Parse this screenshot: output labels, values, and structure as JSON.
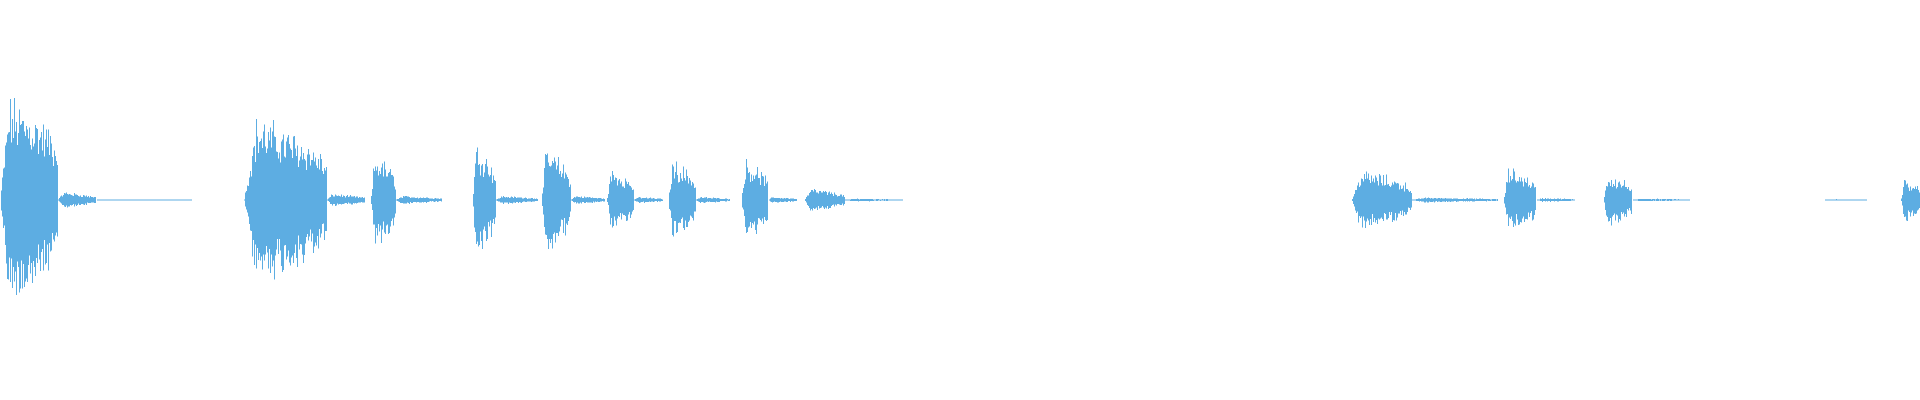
{
  "waveform": {
    "color": "#5dade2",
    "background": "#ffffff",
    "amplitude_envelope": [
      {
        "start": 0.0,
        "end": 0.03,
        "amp": 0.92,
        "decay": 0.35
      },
      {
        "start": 0.03,
        "end": 0.05,
        "amp": 0.08,
        "decay": 0.8
      },
      {
        "start": 0.05,
        "end": 0.1,
        "amp": 0.006,
        "decay": 1.0
      },
      {
        "start": 0.127,
        "end": 0.17,
        "amp": 0.75,
        "decay": 0.45
      },
      {
        "start": 0.17,
        "end": 0.19,
        "amp": 0.06,
        "decay": 0.8
      },
      {
        "start": 0.193,
        "end": 0.206,
        "amp": 0.42,
        "decay": 0.5
      },
      {
        "start": 0.206,
        "end": 0.23,
        "amp": 0.04,
        "decay": 0.8
      },
      {
        "start": 0.246,
        "end": 0.258,
        "amp": 0.52,
        "decay": 0.5
      },
      {
        "start": 0.258,
        "end": 0.28,
        "amp": 0.04,
        "decay": 0.8
      },
      {
        "start": 0.282,
        "end": 0.297,
        "amp": 0.47,
        "decay": 0.5
      },
      {
        "start": 0.297,
        "end": 0.315,
        "amp": 0.04,
        "decay": 0.8
      },
      {
        "start": 0.316,
        "end": 0.33,
        "amp": 0.29,
        "decay": 0.5
      },
      {
        "start": 0.33,
        "end": 0.345,
        "amp": 0.03,
        "decay": 0.8
      },
      {
        "start": 0.348,
        "end": 0.362,
        "amp": 0.37,
        "decay": 0.5
      },
      {
        "start": 0.362,
        "end": 0.38,
        "amp": 0.03,
        "decay": 0.8
      },
      {
        "start": 0.386,
        "end": 0.4,
        "amp": 0.37,
        "decay": 0.5
      },
      {
        "start": 0.4,
        "end": 0.415,
        "amp": 0.03,
        "decay": 0.8
      },
      {
        "start": 0.419,
        "end": 0.44,
        "amp": 0.11,
        "decay": 0.7
      },
      {
        "start": 0.44,
        "end": 0.47,
        "amp": 0.015,
        "decay": 1.0
      },
      {
        "start": 0.704,
        "end": 0.735,
        "amp": 0.27,
        "decay": 0.5
      },
      {
        "start": 0.735,
        "end": 0.78,
        "amp": 0.025,
        "decay": 0.9
      },
      {
        "start": 0.783,
        "end": 0.8,
        "amp": 0.3,
        "decay": 0.5
      },
      {
        "start": 0.8,
        "end": 0.82,
        "amp": 0.02,
        "decay": 0.8
      },
      {
        "start": 0.835,
        "end": 0.85,
        "amp": 0.24,
        "decay": 0.5
      },
      {
        "start": 0.85,
        "end": 0.88,
        "amp": 0.015,
        "decay": 0.9
      },
      {
        "start": 0.95,
        "end": 0.972,
        "amp": 0.008,
        "decay": 1.0
      },
      {
        "start": 0.99,
        "end": 1.0,
        "amp": 0.2,
        "decay": 0.6
      }
    ]
  }
}
